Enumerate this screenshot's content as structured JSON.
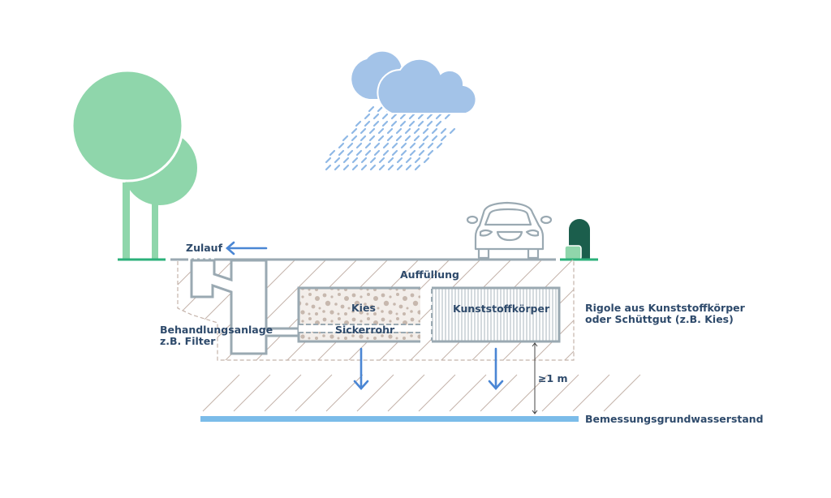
{
  "labels": {
    "inlet": "Zulauf",
    "backfill": "Auffüllung",
    "gravel": "Kies",
    "drain_pipe": "Sickerrohr",
    "plastic_body": "Kunststoffkörper",
    "treatment_line1": "Behandlungsanlage",
    "treatment_line2": "z.B. Filter",
    "trench_line1": "Rigole aus Kunststoffkörper",
    "trench_line2": "oder Schüttgut (z.B. Kies)",
    "distance": "≥1 m",
    "groundwater": "Bemessungsgrundwasserstand"
  },
  "colors": {
    "tree": "#8fd6ab",
    "ground_green": "#2bb07a",
    "cloud": "#a3c3e8",
    "rain": "#8fb8e6",
    "structure": "#9aa9b2",
    "hatch": "#c4b3aa",
    "arrow_blue": "#4a86d4",
    "groundwater": "#7bbce9",
    "text": "#2e4a6b",
    "bin_dark": "#1b5e4c",
    "bin_light": "#8fd6ab"
  }
}
